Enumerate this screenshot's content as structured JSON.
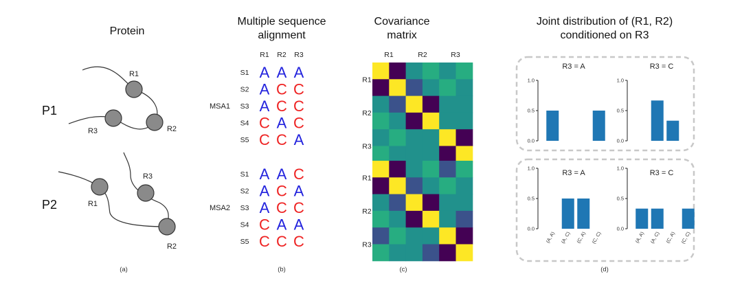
{
  "colors": {
    "A": "#2222dd",
    "C": "#ee2222",
    "bar": "#1f77b4",
    "box": "#c8c8c8",
    "node": "#8a8a8a"
  },
  "panel_a": {
    "title": "Protein",
    "caption": "(a)",
    "proteins": [
      {
        "name": "P1",
        "nodes": [
          "R1",
          "R2",
          "R3"
        ]
      },
      {
        "name": "P2",
        "nodes": [
          "R1",
          "R2",
          "R3"
        ]
      }
    ]
  },
  "panel_b": {
    "title_line1": "Multiple sequence",
    "title_line2": "alignment",
    "caption": "(b)",
    "columns": [
      "R1",
      "R2",
      "R3"
    ],
    "msas": [
      {
        "name": "MSA1",
        "rows": [
          {
            "seq": "S1",
            "res": [
              "A",
              "A",
              "A"
            ]
          },
          {
            "seq": "S2",
            "res": [
              "A",
              "C",
              "C"
            ]
          },
          {
            "seq": "S3",
            "res": [
              "A",
              "C",
              "C"
            ]
          },
          {
            "seq": "S4",
            "res": [
              "C",
              "A",
              "C"
            ]
          },
          {
            "seq": "S5",
            "res": [
              "C",
              "C",
              "A"
            ]
          }
        ]
      },
      {
        "name": "MSA2",
        "rows": [
          {
            "seq": "S1",
            "res": [
              "A",
              "A",
              "C"
            ]
          },
          {
            "seq": "S2",
            "res": [
              "A",
              "C",
              "A"
            ]
          },
          {
            "seq": "S3",
            "res": [
              "A",
              "C",
              "C"
            ]
          },
          {
            "seq": "S4",
            "res": [
              "C",
              "A",
              "A"
            ]
          },
          {
            "seq": "S5",
            "res": [
              "C",
              "C",
              "C"
            ]
          }
        ]
      }
    ]
  },
  "panel_c": {
    "title_line1": "Covariance",
    "title_line2": "matrix",
    "caption": "(c)",
    "col_labels": [
      "R1",
      "R2",
      "R3"
    ],
    "row_labels": [
      "R1",
      "R2",
      "R3"
    ],
    "palette": [
      "#440154",
      "#3b528b",
      "#21918c",
      "#27ad81",
      "#fde725"
    ],
    "matrices": [
      [
        [
          4,
          0,
          2,
          3,
          2,
          3
        ],
        [
          0,
          4,
          1,
          2,
          3,
          2
        ],
        [
          2,
          1,
          4,
          0,
          2,
          2
        ],
        [
          3,
          2,
          0,
          4,
          2,
          2
        ],
        [
          2,
          3,
          2,
          2,
          4,
          0
        ],
        [
          3,
          2,
          2,
          2,
          0,
          4
        ]
      ],
      [
        [
          4,
          0,
          2,
          3,
          1,
          3
        ],
        [
          0,
          4,
          1,
          2,
          3,
          2
        ],
        [
          2,
          1,
          4,
          0,
          2,
          2
        ],
        [
          3,
          2,
          0,
          4,
          2,
          1
        ],
        [
          1,
          3,
          2,
          2,
          4,
          0
        ],
        [
          3,
          2,
          2,
          1,
          0,
          4
        ]
      ]
    ]
  },
  "panel_d": {
    "title_line1": "Joint distribution of (R1, R2)",
    "title_line2": "conditioned on R3",
    "caption": "(d)"
  },
  "chart_data": [
    {
      "type": "bar",
      "title": "R3 = A",
      "categories": [
        "(A, A)",
        "(A, C)",
        "(C, A)",
        "(C, C)"
      ],
      "values": [
        0.5,
        0,
        0,
        0.5
      ],
      "ylim": [
        0,
        1.0
      ],
      "yticks": [
        "0.0",
        "0.5",
        "1.0"
      ]
    },
    {
      "type": "bar",
      "title": "R3 = C",
      "categories": [
        "(A, A)",
        "(A, C)",
        "(C, A)",
        "(C, C)"
      ],
      "values": [
        0,
        0.667,
        0.333,
        0
      ],
      "ylim": [
        0,
        1.0
      ],
      "yticks": [
        "0.0",
        "0.5",
        "1.0"
      ]
    },
    {
      "type": "bar",
      "title": "R3 = A",
      "categories": [
        "(A, A)",
        "(A, C)",
        "(C, A)",
        "(C, C)"
      ],
      "values": [
        0,
        0.5,
        0.5,
        0
      ],
      "ylim": [
        0,
        1.0
      ],
      "yticks": [
        "0.0",
        "0.5",
        "1.0"
      ]
    },
    {
      "type": "bar",
      "title": "R3 = C",
      "categories": [
        "(A, A)",
        "(A, C)",
        "(C, A)",
        "(C, C)"
      ],
      "values": [
        0.333,
        0.333,
        0,
        0.333
      ],
      "ylim": [
        0,
        1.0
      ],
      "yticks": [
        "0.0",
        "0.5",
        "1.0"
      ]
    }
  ]
}
